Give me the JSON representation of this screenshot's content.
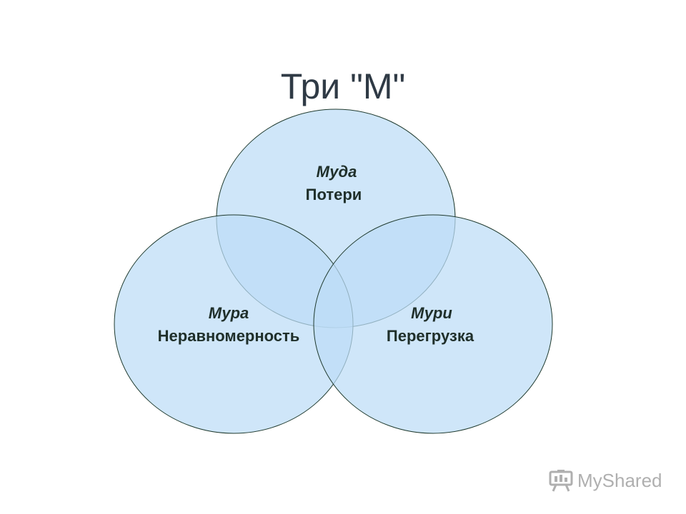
{
  "slide": {
    "title": "Три \"М\""
  },
  "venn": {
    "circles": [
      {
        "key": "muda",
        "title": "Муда",
        "subtitle": "Потери"
      },
      {
        "key": "mura",
        "title": "Мура",
        "subtitle": "Неравномерность"
      },
      {
        "key": "muri",
        "title": "Мури",
        "subtitle": "Перегрузка"
      }
    ],
    "colors": {
      "fill": "#bcdcf6",
      "stroke": "#1f3a2e"
    }
  },
  "watermark": {
    "logo_text": "MyShared",
    "icon": "presentation-board-icon"
  }
}
